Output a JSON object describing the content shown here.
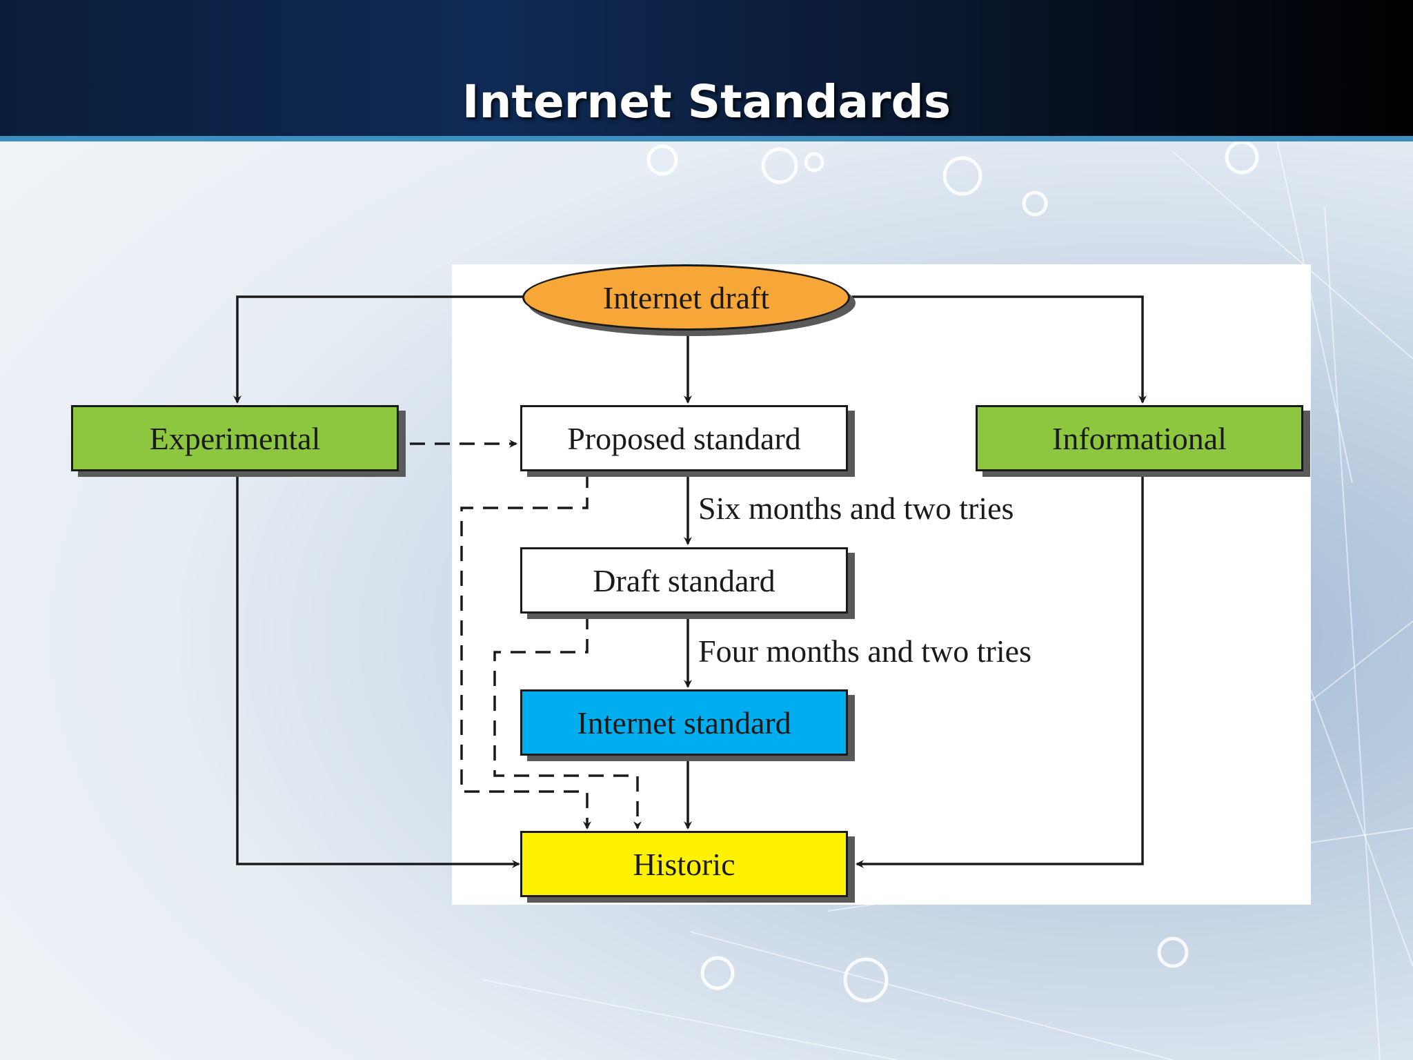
{
  "slide": {
    "title": "Internet Standards"
  },
  "diagram": {
    "nodes": {
      "internet_draft": "Internet draft",
      "experimental": "Experimental",
      "proposed_standard": "Proposed standard",
      "informational": "Informational",
      "draft_standard": "Draft standard",
      "internet_standard": "Internet standard",
      "historic": "Historic"
    },
    "edge_labels": {
      "proposed_to_draft": "Six months and two tries",
      "draft_to_internet": "Four months and two tries"
    },
    "colors": {
      "internet_draft": "#f7a738",
      "experimental": "#8dc63f",
      "informational": "#8dc63f",
      "internet_standard": "#00aeef",
      "historic": "#fff200",
      "header": "#0b1d3a",
      "accent": "#3c8fbf"
    }
  }
}
